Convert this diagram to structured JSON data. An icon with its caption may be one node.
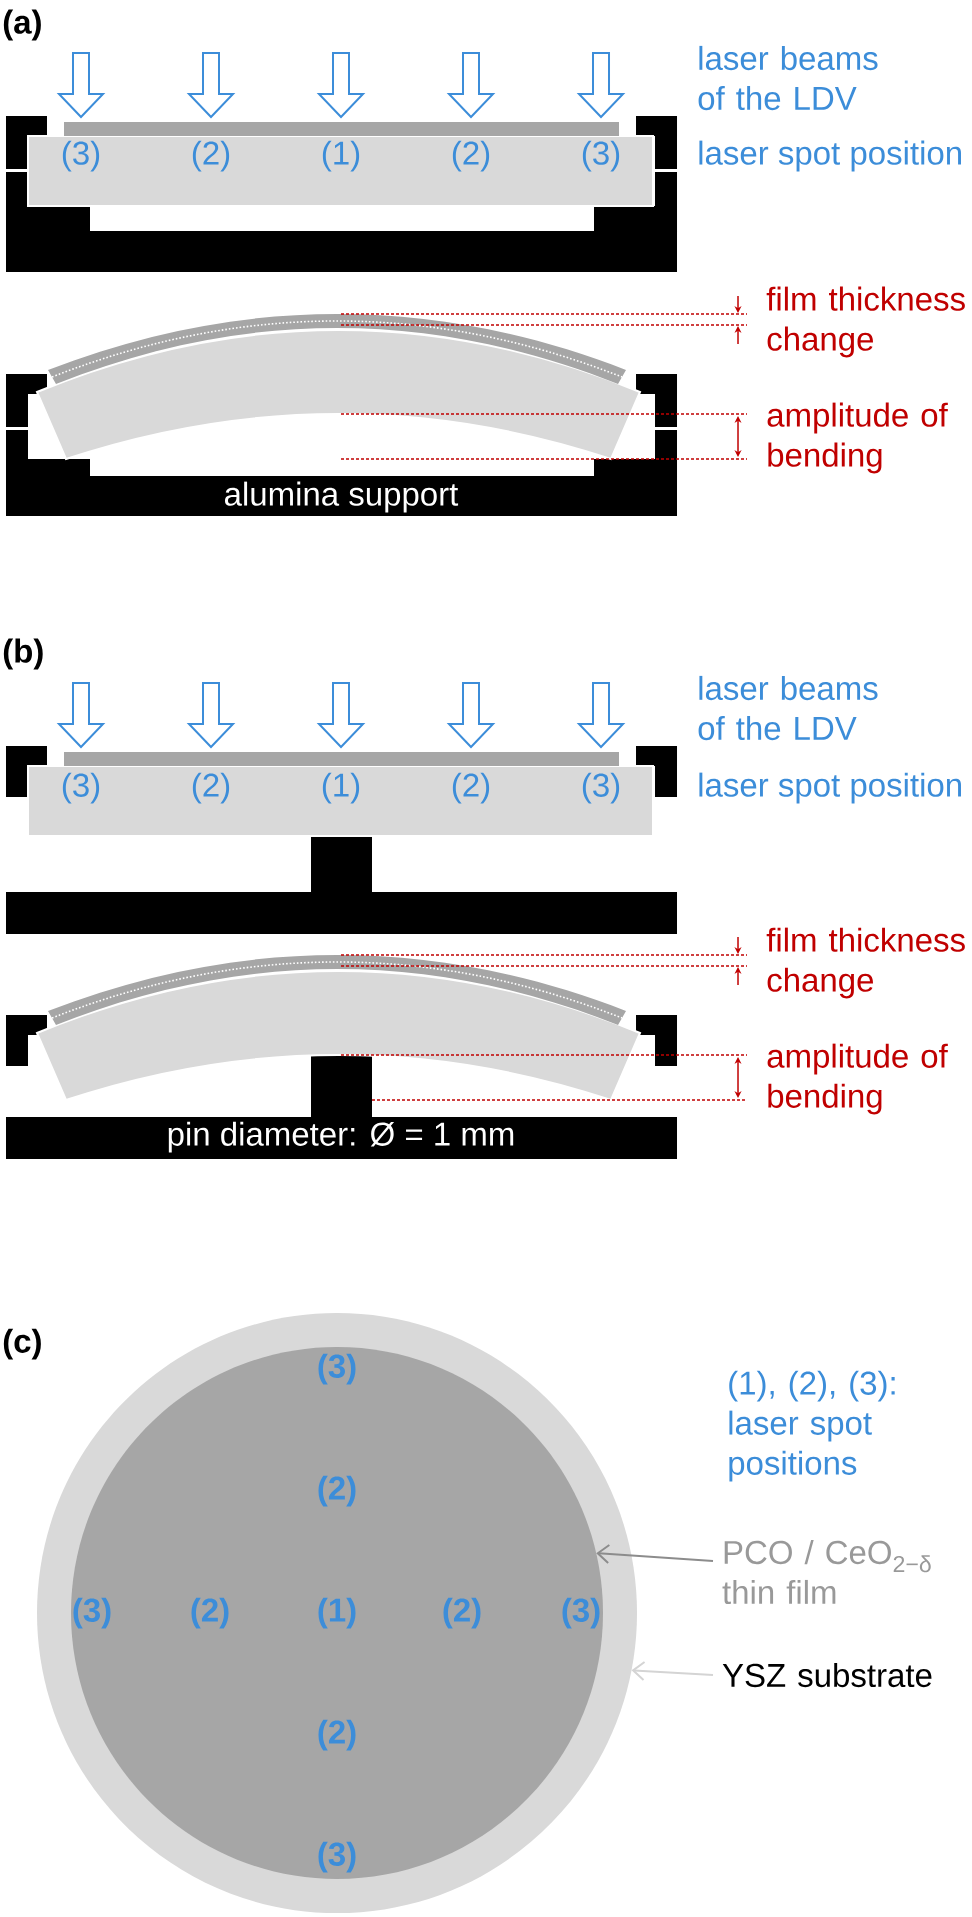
{
  "diagram": {
    "nodes": [
      {
        "text": [],
        "shape": "circle"
      },
      {
        "text": [],
        "shape": "circle",
        "in": 0
      },
      {
        "text": [
          "PCO / CeO$_{2−δ}$ thin film"
        ]
      },
      {
        "text": [
          "YSZ substrate"
        ]
      }
    ],
    "edges": [
      {
        "from": 2,
        "to": 1,
        "arrow": "to",
        "color": "#8c8c8c"
      },
      {
        "from": 3,
        "to": 0,
        "arrow": "to",
        "color": "#d4d4d4"
      }
    ],
    "labels": [
      "(a)",
      "laser beams of the LDV",
      "(3)",
      "(2)",
      "(1)",
      "(2)",
      "(3)",
      "laser spot position",
      "film thickness change",
      "amplitude of bending",
      "alumina support",
      "(b)",
      "laser beams of the LDV",
      "(3)",
      "(2)",
      "(1)",
      "(2)",
      "(3)",
      "laser spot position",
      "film thickness change",
      "amplitude of bending",
      "pin diameter: Ø = 1 mm",
      "(c)",
      "(3)",
      "(2)",
      "(3)",
      "(2)",
      "(1)",
      "(2)",
      "(3)",
      "(2)",
      "(3)",
      "(1), (2), (3): laser spot positions"
    ]
  }
}
